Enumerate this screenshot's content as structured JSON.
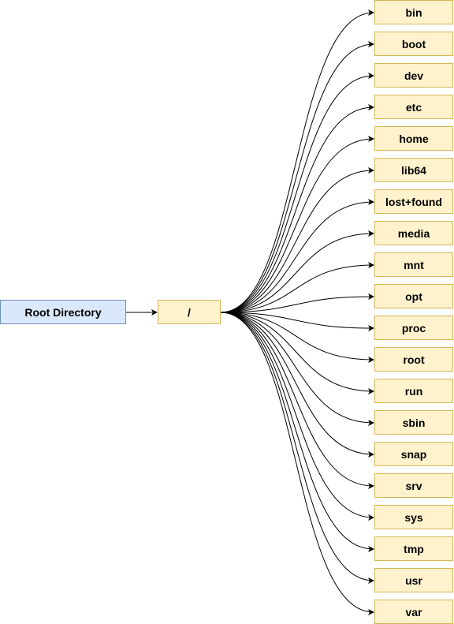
{
  "colors": {
    "root_fill": "#dae8fc",
    "root_border": "#6c8ebf",
    "dir_fill": "#fff2cc",
    "dir_border": "#d6b656",
    "edge": "#000000"
  },
  "root_label": "Root Directory",
  "slash_label": "/",
  "directories": [
    "bin",
    "boot",
    "dev",
    "etc",
    "home",
    "lib64",
    "lost+found",
    "media",
    "mnt",
    "opt",
    "proc",
    "root",
    "run",
    "sbin",
    "snap",
    "srv",
    "sys",
    "tmp",
    "usr",
    "var"
  ]
}
